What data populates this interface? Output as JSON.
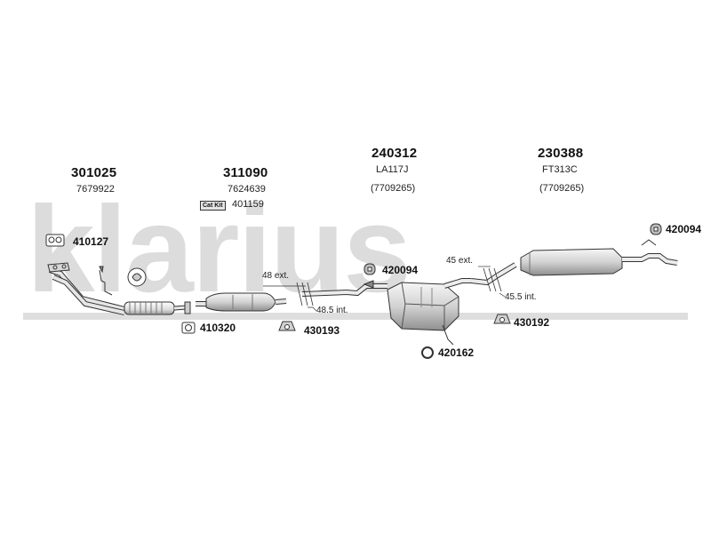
{
  "watermark": {
    "text": "klarius",
    "color": "#dcdcdc"
  },
  "groups": [
    {
      "part_number": "301025",
      "reference": "7679922"
    },
    {
      "part_number": "311090",
      "reference": "7624639",
      "badge": "Cat Kit",
      "kit_number": "401159"
    },
    {
      "part_number": "240312",
      "reference": "LA117J",
      "oe_reference": "(7709265)"
    },
    {
      "part_number": "230388",
      "reference": "FT313C",
      "oe_reference": "(7709265)"
    }
  ],
  "fittings": {
    "f410127": "410127",
    "f410320": "410320",
    "f430193": "430193",
    "f420094_mid": "420094",
    "f420162": "420162",
    "f430192": "430192",
    "f420094_right": "420094"
  },
  "dimensions": {
    "ext_48": "48 ext.",
    "int_48_5": "48.5 int.",
    "ext_45": "45 ext.",
    "int_45_5": "45.5 int."
  },
  "colors": {
    "line": "#333333",
    "pipe_fill": "#ececec",
    "shadow": "#b8b8b8"
  }
}
